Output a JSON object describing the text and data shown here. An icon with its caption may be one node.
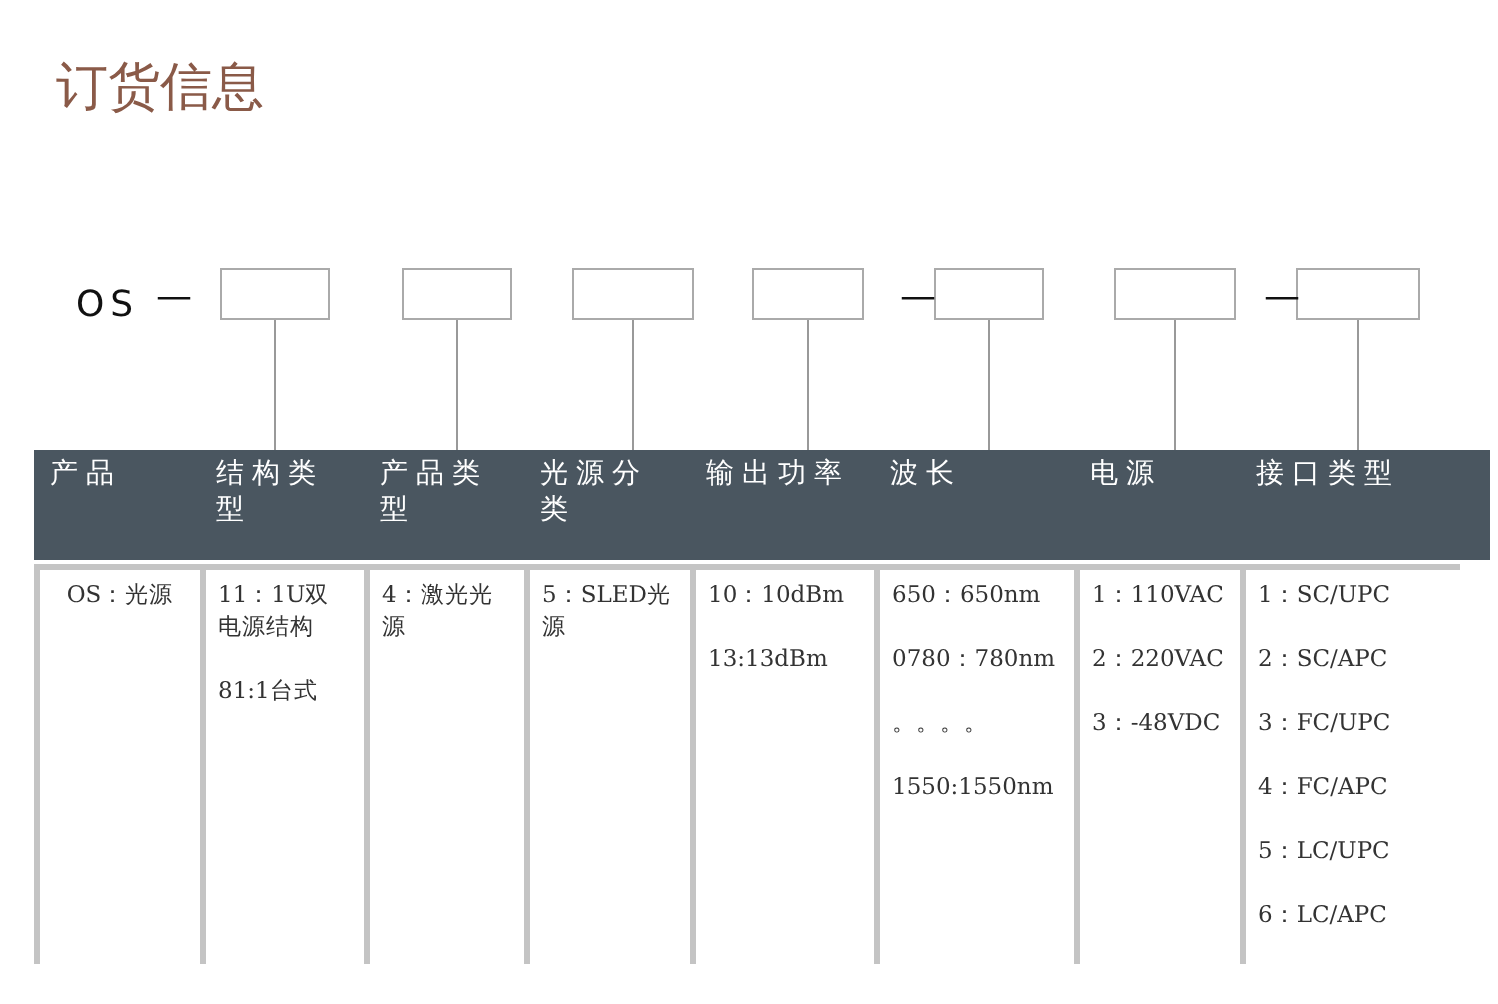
{
  "diagram": {
    "title": "订货信息",
    "nodes": [
      {
        "text": [],
        "shape": "box"
      },
      {
        "text": [],
        "shape": "box"
      },
      {
        "text": [],
        "shape": "box"
      },
      {
        "text": [],
        "shape": "box"
      },
      {
        "text": [],
        "shape": "box"
      },
      {
        "text": [],
        "shape": "box"
      },
      {
        "text": [],
        "shape": "box"
      },
      {
        "text": [
          "产品"
        ]
      },
      {
        "text": [
          "结构类型"
        ]
      },
      {
        "text": [
          "产品类型"
        ]
      },
      {
        "text": [
          "光源分类"
        ]
      },
      {
        "text": [
          "输出功率"
        ]
      },
      {
        "text": [
          "波长"
        ]
      },
      {
        "text": [
          "电源"
        ]
      },
      {
        "text": [
          "接口类型"
        ]
      }
    ],
    "edges": [
      {
        "from": 0,
        "to": 8,
        "arrow": "none"
      },
      {
        "from": 1,
        "to": 9,
        "arrow": "none"
      },
      {
        "from": 2,
        "to": 10,
        "arrow": "none"
      },
      {
        "from": 3,
        "to": 11,
        "arrow": "none"
      },
      {
        "from": 4,
        "to": 12,
        "arrow": "none"
      },
      {
        "from": 5,
        "to": 13,
        "arrow": "none"
      },
      {
        "from": 6,
        "to": 14,
        "arrow": "none"
      }
    ],
    "labels": [
      "OS",
      "—",
      "—",
      "—",
      "OS：光源",
      "11：1U双电源结构",
      "81:1台式",
      "4：激光光源",
      "5：SLED光源",
      "10：10dBm",
      "13:13dBm",
      "650：650nm",
      "0780：780nm",
      "。。。。",
      "1550:1550nm",
      "1：110VAC",
      "2：220VAC",
      "3：-48VDC",
      "1：SC/UPC",
      "2：SC/APC",
      "3：FC/UPC",
      "4：FC/APC",
      "5：LC/UPC",
      "6：LC/APC"
    ]
  }
}
